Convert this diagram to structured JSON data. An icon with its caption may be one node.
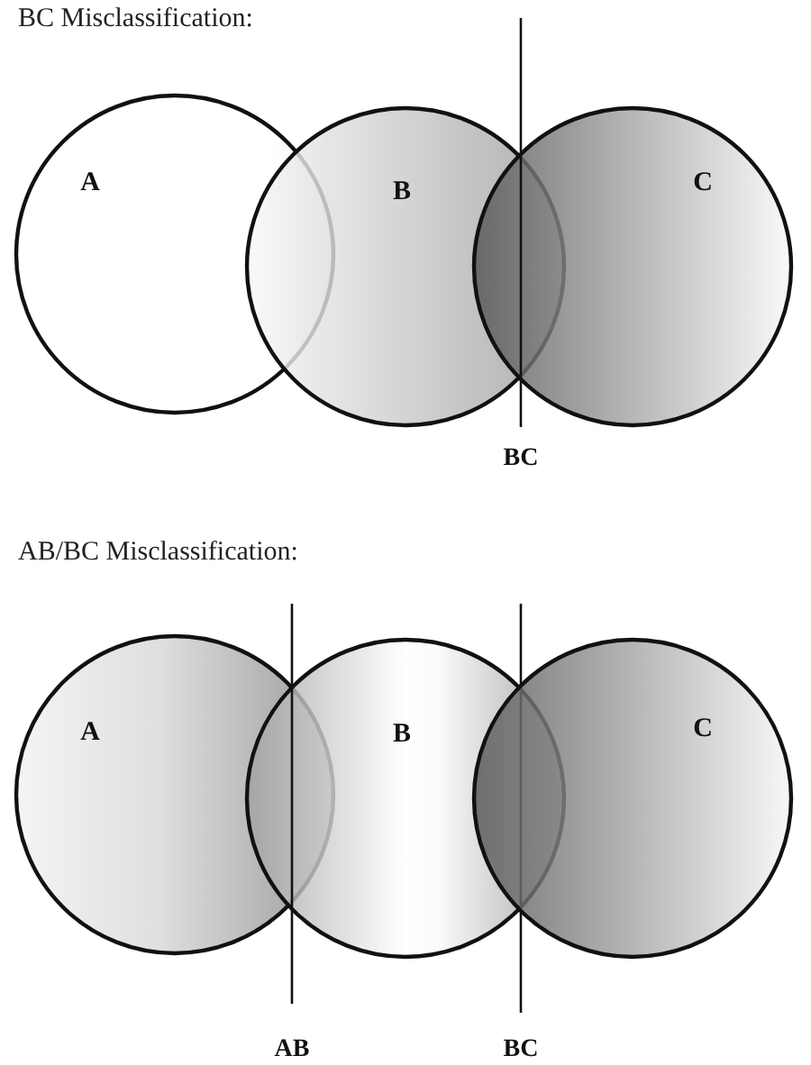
{
  "diagram": {
    "nodes": [
      {
        "text": [
          "A"
        ]
      },
      {
        "text": [
          "B"
        ]
      },
      {
        "text": [
          "C"
        ]
      },
      {
        "text": [
          "A"
        ]
      },
      {
        "text": [
          "B"
        ]
      },
      {
        "text": [
          "C"
        ]
      }
    ],
    "labels": [
      "BC Misclassification:",
      "BC",
      "AB/BC Misclassification:",
      "AB",
      "BC"
    ]
  }
}
